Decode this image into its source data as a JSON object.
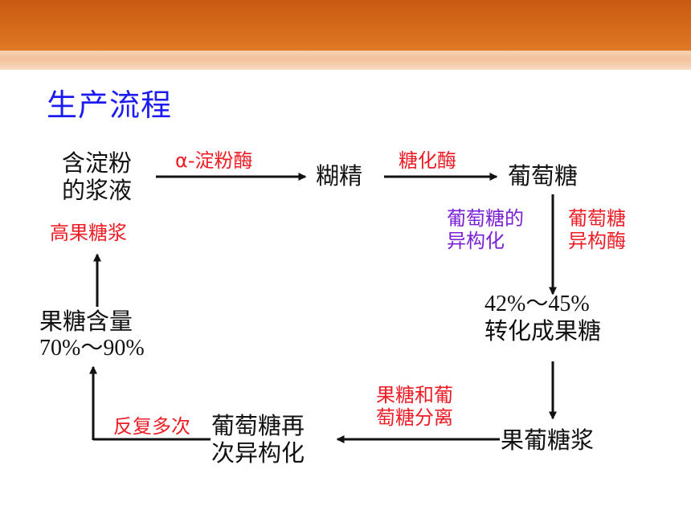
{
  "header": {
    "title": "生产流程"
  },
  "nodes": {
    "starch_slurry": [
      "含淀粉",
      "的浆液"
    ],
    "dextrin": "糊精",
    "glucose": "葡萄糖",
    "fructose_conv": [
      "42%～45%",
      "转化成果糖"
    ],
    "fructose_glucose_syrup": "果葡糖浆",
    "glucose_re_isomerization": [
      "葡萄糖再",
      "次异构化"
    ],
    "fructose_content": [
      "果糖含量",
      "70%～90%"
    ]
  },
  "labels": {
    "alpha_amylase": "α-淀粉酶",
    "glucoamylase": "糖化酶",
    "glucose_isomerization": [
      "葡萄糖的",
      "异构化"
    ],
    "glucose_isomerase": [
      "葡萄糖",
      "异构酶"
    ],
    "separation": [
      "果糖和葡",
      "萄糖分离"
    ],
    "repeat": "反复多次",
    "hfcs": "高果糖浆"
  },
  "colors": {
    "title": "#1c1cf2",
    "node_text": "#111111",
    "enzyme_label": "#ee1c24",
    "process_label": "#7a20d6",
    "header_bar": "#d46a1a"
  }
}
